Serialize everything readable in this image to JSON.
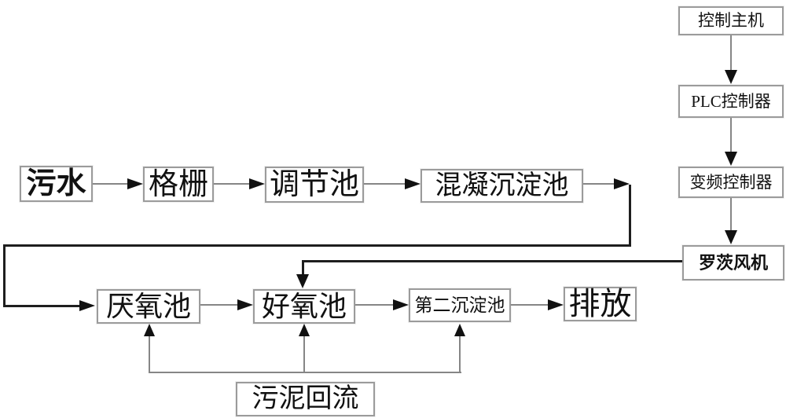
{
  "diagram": {
    "type": "process-flowchart",
    "colors": {
      "box_border": "#9b9b9b",
      "connector_gray": "#868686",
      "connector_black": "#1e1e1e",
      "text": "#111111",
      "background": "#ffffff"
    },
    "nodes": {
      "sewage": {
        "label": "污水"
      },
      "bar_screen": {
        "label": "格栅"
      },
      "regulating": {
        "label": "调节池"
      },
      "coagulation": {
        "label": "混凝沉淀池"
      },
      "control_host": {
        "label": "控制主机"
      },
      "plc": {
        "label": "PLC控制器"
      },
      "vfd": {
        "label": "变频控制器"
      },
      "roots_blower": {
        "label": "罗茨风机"
      },
      "anaerobic": {
        "label": "厌氧池"
      },
      "aerobic": {
        "label": "好氧池"
      },
      "secondary_sed": {
        "label": "第二沉淀池"
      },
      "discharge": {
        "label": "排放"
      },
      "sludge_return": {
        "label": "污泥回流"
      }
    },
    "edges": [
      {
        "from": "污水",
        "to": "格栅"
      },
      {
        "from": "格栅",
        "to": "调节池"
      },
      {
        "from": "调节池",
        "to": "混凝沉淀池"
      },
      {
        "from": "混凝沉淀池",
        "to": "厌氧池"
      },
      {
        "from": "厌氧池",
        "to": "好氧池"
      },
      {
        "from": "好氧池",
        "to": "第二沉淀池"
      },
      {
        "from": "第二沉淀池",
        "to": "排放"
      },
      {
        "from": "控制主机",
        "to": "PLC控制器"
      },
      {
        "from": "PLC控制器",
        "to": "变频控制器"
      },
      {
        "from": "变频控制器",
        "to": "罗茨风机"
      },
      {
        "from": "罗茨风机",
        "to": "好氧池"
      },
      {
        "from": "污泥回流",
        "to": "厌氧池"
      },
      {
        "from": "污泥回流",
        "to": "好氧池"
      },
      {
        "from": "污泥回流",
        "to": "第二沉淀池"
      }
    ]
  }
}
